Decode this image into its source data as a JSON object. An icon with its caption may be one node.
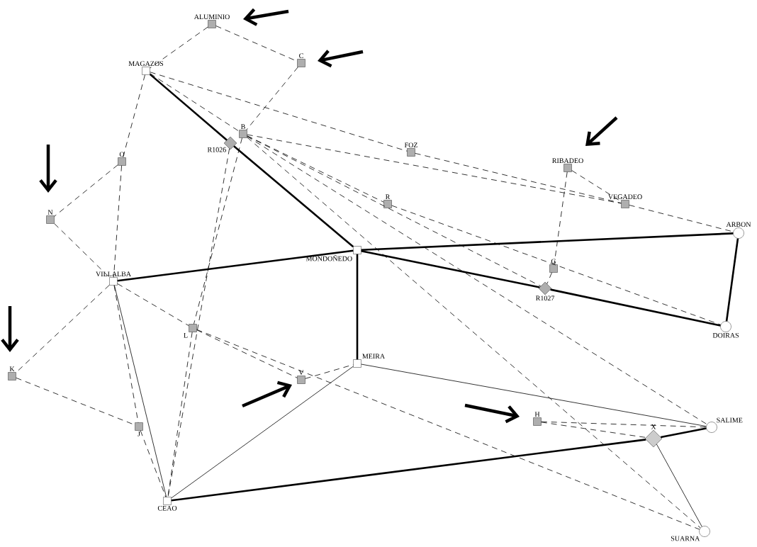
{
  "diagram": {
    "nodes": [
      {
        "text": [
          "ALUMINIO"
        ]
      },
      {
        "text": [
          "C"
        ]
      },
      {
        "text": [
          "MAGAZOS"
        ]
      },
      {
        "text": [
          "B"
        ]
      },
      {
        "text": [
          "R1026"
        ]
      },
      {
        "text": [
          "FOZ"
        ]
      },
      {
        "text": [
          "O"
        ]
      },
      {
        "text": [
          "RIBADEO"
        ]
      },
      {
        "text": [
          "R"
        ]
      },
      {
        "text": [
          "VEGADEO"
        ]
      },
      {
        "text": [
          "N"
        ]
      },
      {
        "text": [
          "ARBON"
        ]
      },
      {
        "text": [
          "MONDOÑEDO"
        ]
      },
      {
        "text": [
          "G"
        ]
      },
      {
        "text": [
          "R1027"
        ]
      },
      {
        "text": [
          "VILLALBA"
        ]
      },
      {
        "text": [
          "DOIRAS"
        ]
      },
      {
        "text": [
          "L"
        ]
      },
      {
        "text": [
          "MEIRA"
        ]
      },
      {
        "text": [
          "V"
        ]
      },
      {
        "text": [
          "K"
        ]
      },
      {
        "text": [
          "H"
        ]
      },
      {
        "text": [
          "X"
        ]
      },
      {
        "text": [
          "SALIME"
        ]
      },
      {
        "text": [
          "J"
        ]
      },
      {
        "text": [
          "CEAO"
        ]
      },
      {
        "text": [
          "SUARNA"
        ]
      }
    ],
    "edges": [
      {
        "from": 2,
        "to": 4,
        "arrow": "none",
        "style": "thick"
      },
      {
        "from": 4,
        "to": 12,
        "arrow": "none",
        "style": "thick"
      },
      {
        "from": 15,
        "to": 12,
        "arrow": "none",
        "style": "thick"
      },
      {
        "from": 12,
        "to": 11,
        "arrow": "none",
        "style": "thick"
      },
      {
        "from": 12,
        "to": 14,
        "arrow": "none",
        "style": "thick"
      },
      {
        "from": 14,
        "to": 16,
        "arrow": "none",
        "style": "thick"
      },
      {
        "from": 11,
        "to": 16,
        "arrow": "none",
        "style": "thick"
      },
      {
        "from": 12,
        "to": 18,
        "arrow": "none",
        "style": "thick"
      },
      {
        "from": 25,
        "to": 22,
        "arrow": "none",
        "style": "thick"
      },
      {
        "from": 22,
        "to": 23,
        "arrow": "none",
        "style": "thick"
      },
      {
        "from": 15,
        "to": 25,
        "arrow": "none"
      },
      {
        "from": 18,
        "to": 25,
        "arrow": "none"
      },
      {
        "from": 18,
        "to": 23,
        "arrow": "none"
      },
      {
        "from": 22,
        "to": 26,
        "arrow": "none"
      },
      {
        "from": 0,
        "to": 2,
        "arrow": "none",
        "style": "dashed"
      },
      {
        "from": 0,
        "to": 1,
        "arrow": "none",
        "style": "dashed"
      },
      {
        "from": 1,
        "to": 3,
        "arrow": "none",
        "style": "dashed"
      },
      {
        "from": 2,
        "to": 6,
        "arrow": "none",
        "style": "dashed"
      },
      {
        "from": 6,
        "to": 10,
        "arrow": "none",
        "style": "dashed"
      },
      {
        "from": 6,
        "to": 15,
        "arrow": "none",
        "style": "dashed"
      },
      {
        "from": 10,
        "to": 15,
        "arrow": "none",
        "style": "dashed"
      },
      {
        "from": 2,
        "to": 3,
        "arrow": "none",
        "style": "dashed"
      },
      {
        "from": 2,
        "to": 5,
        "arrow": "none",
        "style": "dashed"
      },
      {
        "from": 5,
        "to": 9,
        "arrow": "none",
        "style": "dashed"
      },
      {
        "from": 3,
        "to": 9,
        "arrow": "none",
        "style": "dashed"
      },
      {
        "from": 7,
        "to": 9,
        "arrow": "none",
        "style": "dashed"
      },
      {
        "from": 7,
        "to": 13,
        "arrow": "none",
        "style": "dashed"
      },
      {
        "from": 13,
        "to": 14,
        "arrow": "none",
        "style": "dashed"
      },
      {
        "from": 9,
        "to": 11,
        "arrow": "none",
        "style": "dashed"
      },
      {
        "from": 3,
        "to": 8,
        "arrow": "none",
        "style": "dashed"
      },
      {
        "from": 8,
        "to": 16,
        "arrow": "none",
        "style": "dashed"
      },
      {
        "from": 3,
        "to": 14,
        "arrow": "none",
        "style": "dashed"
      },
      {
        "from": 3,
        "to": 23,
        "arrow": "none",
        "style": "dashed"
      },
      {
        "from": 3,
        "to": 26,
        "arrow": "none",
        "style": "dashed"
      },
      {
        "from": 3,
        "to": 17,
        "arrow": "none",
        "style": "dashed"
      },
      {
        "from": 4,
        "to": 25,
        "arrow": "none",
        "style": "dashed"
      },
      {
        "from": 17,
        "to": 25,
        "arrow": "none",
        "style": "dashed"
      },
      {
        "from": 15,
        "to": 20,
        "arrow": "none",
        "style": "dashed"
      },
      {
        "from": 20,
        "to": 24,
        "arrow": "none",
        "style": "dashed"
      },
      {
        "from": 15,
        "to": 24,
        "arrow": "none",
        "style": "dashed"
      },
      {
        "from": 24,
        "to": 25,
        "arrow": "none",
        "style": "dashed"
      },
      {
        "from": 15,
        "to": 17,
        "arrow": "none",
        "style": "dashed"
      },
      {
        "from": 17,
        "to": 19,
        "arrow": "none",
        "style": "dashed"
      },
      {
        "from": 19,
        "to": 18,
        "arrow": "none",
        "style": "dashed"
      },
      {
        "from": 17,
        "to": 26,
        "arrow": "none",
        "style": "dashed"
      },
      {
        "from": 21,
        "to": 23,
        "arrow": "none",
        "style": "dashed"
      },
      {
        "from": 21,
        "to": 22,
        "arrow": "none",
        "style": "dashed"
      }
    ]
  }
}
